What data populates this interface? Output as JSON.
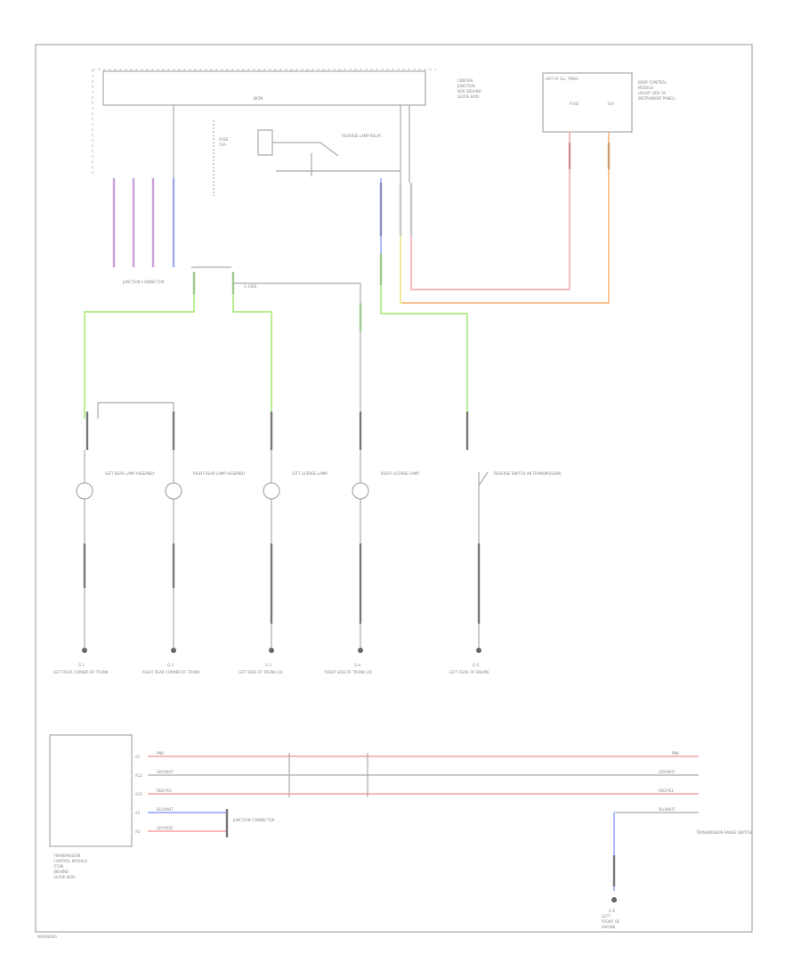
{
  "diagram": {
    "bcm_label": "BCM",
    "top_right_module_label": "BODY CONTROL MODULE",
    "top_right_module_lines": [
      "BODY CONTROL",
      "MODULE",
      "(RIGHT SIDE OF",
      "INSTRUMENT PANEL)"
    ],
    "top_center_label": "CENTRAL JUNCTION BOX",
    "top_center_lines": [
      "CENTRAL",
      "JUNCTION",
      "BOX (BEHIND",
      "GLOVE BOX)"
    ],
    "hot_label": "HOT AT ALL TIMES",
    "fuse_labels": [
      "FUSE",
      "10A",
      "FUSE",
      "15A"
    ],
    "relay_label": "REVERSE LAMP RELAY",
    "connector_label": "JUNCTION CONNECTOR",
    "splice_label": "S-1000",
    "lamps": [
      {
        "label": "LEFT REAR LAMP ASSEMBLY",
        "ground": "G-1",
        "ground_label": "LEFT REAR CORNER OF TRUNK"
      },
      {
        "label": "RIGHT REAR LAMP ASSEMBLY",
        "ground": "G-2",
        "ground_label": "RIGHT REAR CORNER OF TRUNK"
      },
      {
        "label": "LEFT LICENSE LAMP",
        "ground": "G-3",
        "ground_label": "LEFT SIDE OF TRUNK LID"
      },
      {
        "label": "RIGHT LICENSE LAMP",
        "ground": "G-4",
        "ground_label": "RIGHT SIDE OF TRUNK LID"
      }
    ],
    "reverse_switch_label": "REVERSE SWITCH (IN TRANSMISSION)",
    "reverse_switch_ground": "G-5",
    "reverse_switch_ground_label": "LEFT REAR OF ENGINE",
    "tcm_lines": [
      "TRANSMISSION",
      "CONTROL MODULE",
      "(TCM)",
      "(BEHIND",
      "GLOVE BOX)"
    ],
    "tcm_pins": [
      "A1",
      "A12",
      "A13",
      "A3",
      "A5"
    ],
    "bottom_wires": [
      {
        "color": "PNK",
        "end": "PNK"
      },
      {
        "color": "GRY/WHT",
        "end": "GRY/WHT"
      },
      {
        "color": "RED/YEL",
        "end": "RED/YEL"
      },
      {
        "color": "BLU/WHT",
        "end": "BLU/WHT"
      },
      {
        "color": "GRY/RED",
        "end": ""
      }
    ],
    "tcm_connector_label": "JUNCTION CONNECTOR",
    "bottom_right_label": "TRANSMISSION RANGE SWITCH",
    "bottom_ground_label": "G-6",
    "bottom_ground_lines": [
      "LEFT",
      "FRONT OF",
      "ENGINE"
    ],
    "footer_code": "W0000000"
  }
}
